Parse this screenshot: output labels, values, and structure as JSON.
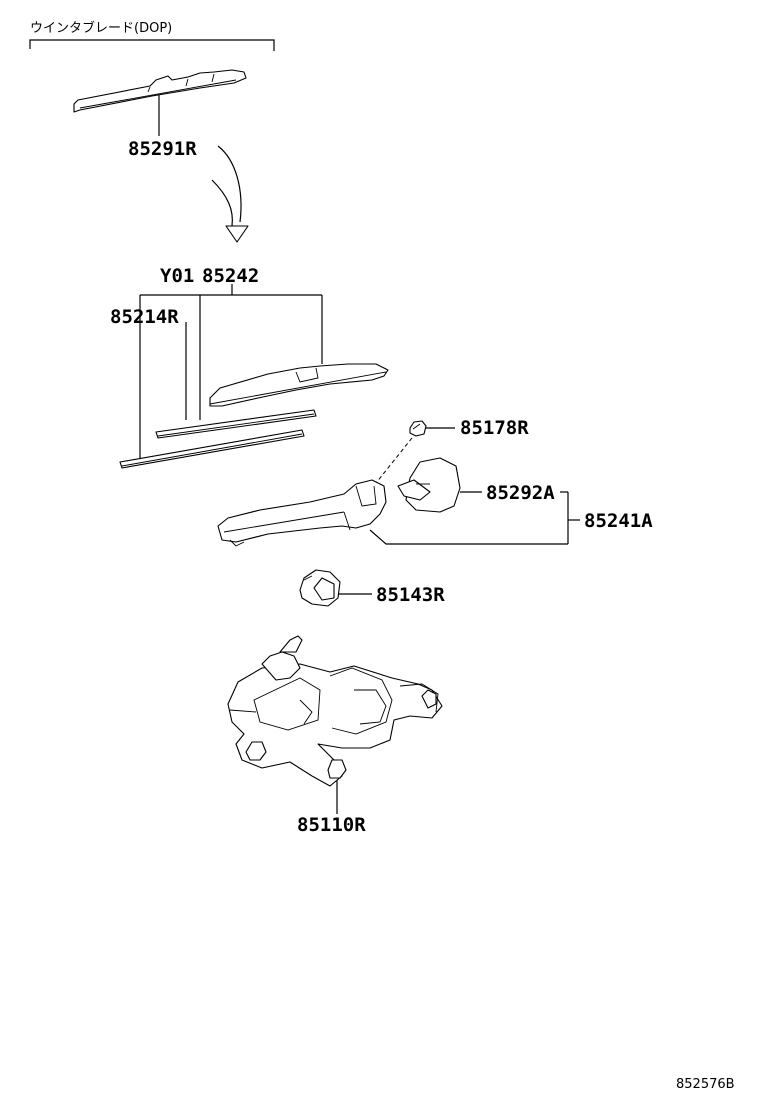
{
  "header": {
    "dop_group_label": "ウインタブレード(DOP)"
  },
  "parts": [
    {
      "id": "p85291",
      "label": "85291R",
      "name": "wiper-blade-dop"
    },
    {
      "id": "pY01",
      "label": "Y01",
      "name": "part-y01"
    },
    {
      "id": "p85242",
      "label": "85242",
      "name": "wiper-blade-assembly"
    },
    {
      "id": "p85214",
      "label": "85214R",
      "name": "wiper-blade-rubber"
    },
    {
      "id": "p85178",
      "label": "85178R",
      "name": "wiper-arm-nut"
    },
    {
      "id": "p85292",
      "label": "85292A",
      "name": "wiper-arm-head-cap"
    },
    {
      "id": "p85241",
      "label": "85241A",
      "name": "wiper-arm"
    },
    {
      "id": "p85143",
      "label": "85143R",
      "name": "wiper-pivot-grommet"
    },
    {
      "id": "p85110",
      "label": "85110R",
      "name": "wiper-motor"
    }
  ],
  "footer": {
    "figure_id": "852576B"
  }
}
